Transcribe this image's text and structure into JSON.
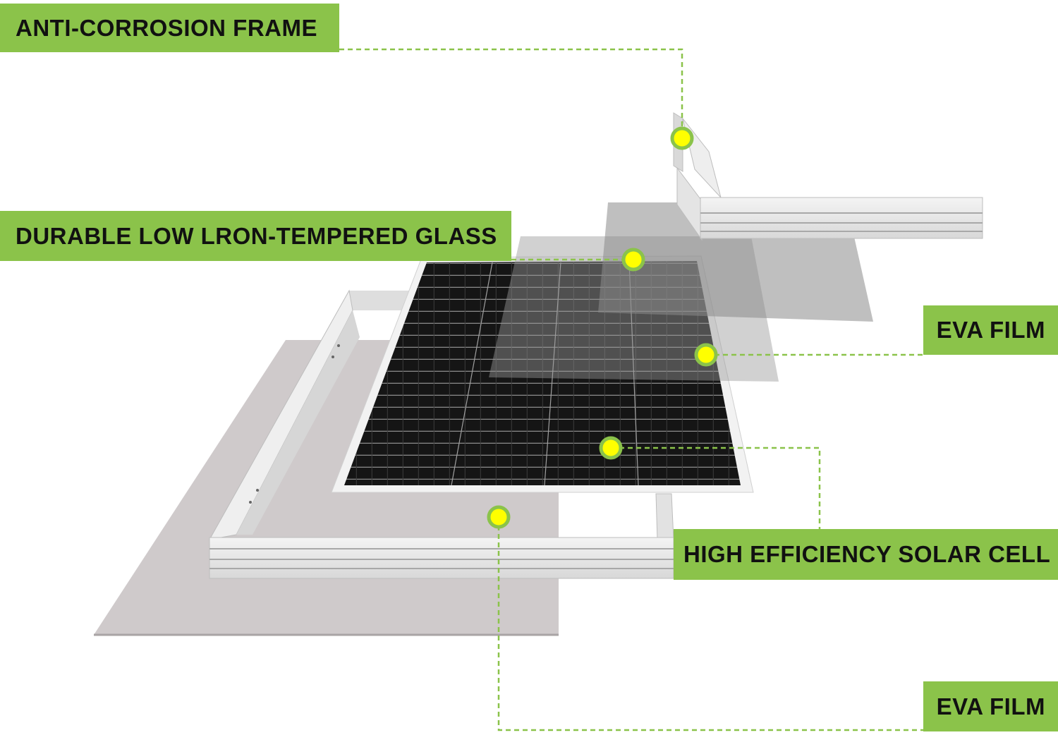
{
  "labels": {
    "frame": "ANTI-CORROSION FRAME",
    "glass": "DURABLE LOW LRON-TEMPERED GLASS",
    "eva_top": "EVA FILM",
    "cell": "HIGH EFFICIENCY SOLAR CELL",
    "eva_bottom": "EVA FILM"
  },
  "colors": {
    "label_bg": "#8bc34a",
    "marker_fill": "#ffff00",
    "marker_ring": "#8bc34a",
    "leader_line": "#8bc34a",
    "cell_dark": "#151515",
    "frame_silver": "#e6e6e6",
    "backsheet": "#cdc8c7"
  }
}
